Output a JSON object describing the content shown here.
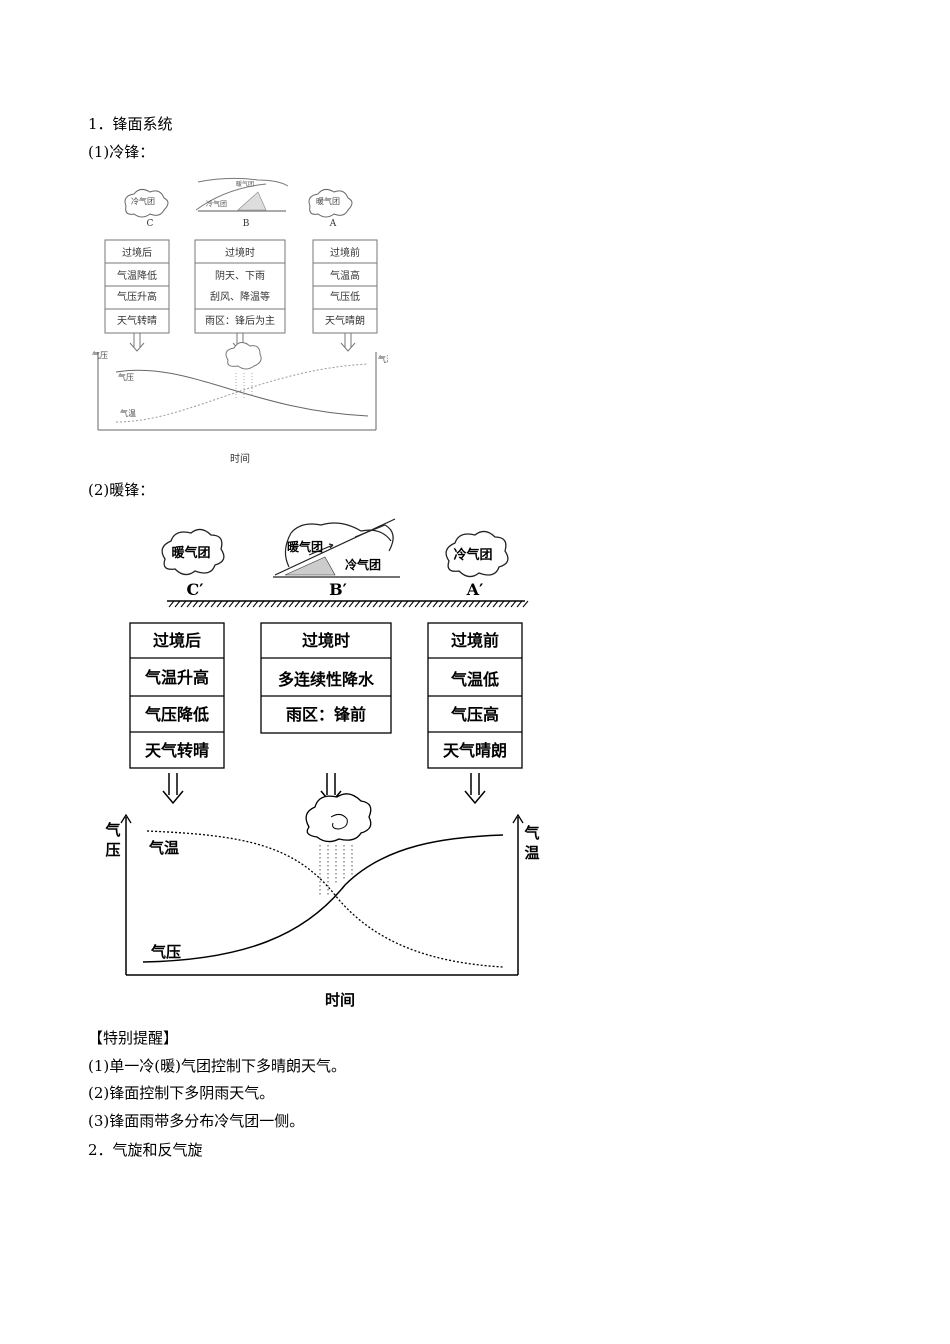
{
  "section1_title": "1．锋面系统",
  "cold_front_heading": "(1)冷锋：",
  "warm_front_heading": "(2)暖锋：",
  "cold_front": {
    "cloud_left": "冷气团",
    "cloud_right": "暖气团",
    "top_warm": "暖气团",
    "top_cold": "冷气团",
    "label_c": "C",
    "label_b": "B",
    "label_a": "A",
    "box_left": [
      "过境后",
      "气温降低",
      "气压升高",
      "天气转晴"
    ],
    "box_mid": [
      "过境时",
      "阴天、下雨",
      "刮风、降温等",
      "雨区：锋后为主"
    ],
    "box_right": [
      "过境前",
      "气温高",
      "气压低",
      "天气晴朗"
    ],
    "axis_left": "气压",
    "axis_right": "气温",
    "curve_pressure": "气压",
    "curve_temp": "气温",
    "xlabel": "时间"
  },
  "warm_front": {
    "cloud_left": "暖气团",
    "cloud_right": "冷气团",
    "top_warm": "暖气团",
    "top_cold": "冷气团",
    "label_c": "C′",
    "label_b": "B′",
    "label_a": "A′",
    "box_left": [
      "过境后",
      "气温升高",
      "气压降低",
      "天气转晴"
    ],
    "box_mid": [
      "过境时",
      "多连续性降水",
      "雨区：锋前"
    ],
    "box_right": [
      "过境前",
      "气温低",
      "气压高",
      "天气晴朗"
    ],
    "axis_left": "气压",
    "axis_right": "气温",
    "curve_temp": "气温",
    "curve_pressure": "气压",
    "xlabel": "时间"
  },
  "special_tip_title": "【特别提醒】",
  "tips": [
    "(1)单一冷(暖)气团控制下多晴朗天气。",
    "(2)锋面控制下多阴雨天气。",
    "(3)锋面雨带多分布冷气团一侧。"
  ],
  "section2_title": "2．气旋和反气旋"
}
